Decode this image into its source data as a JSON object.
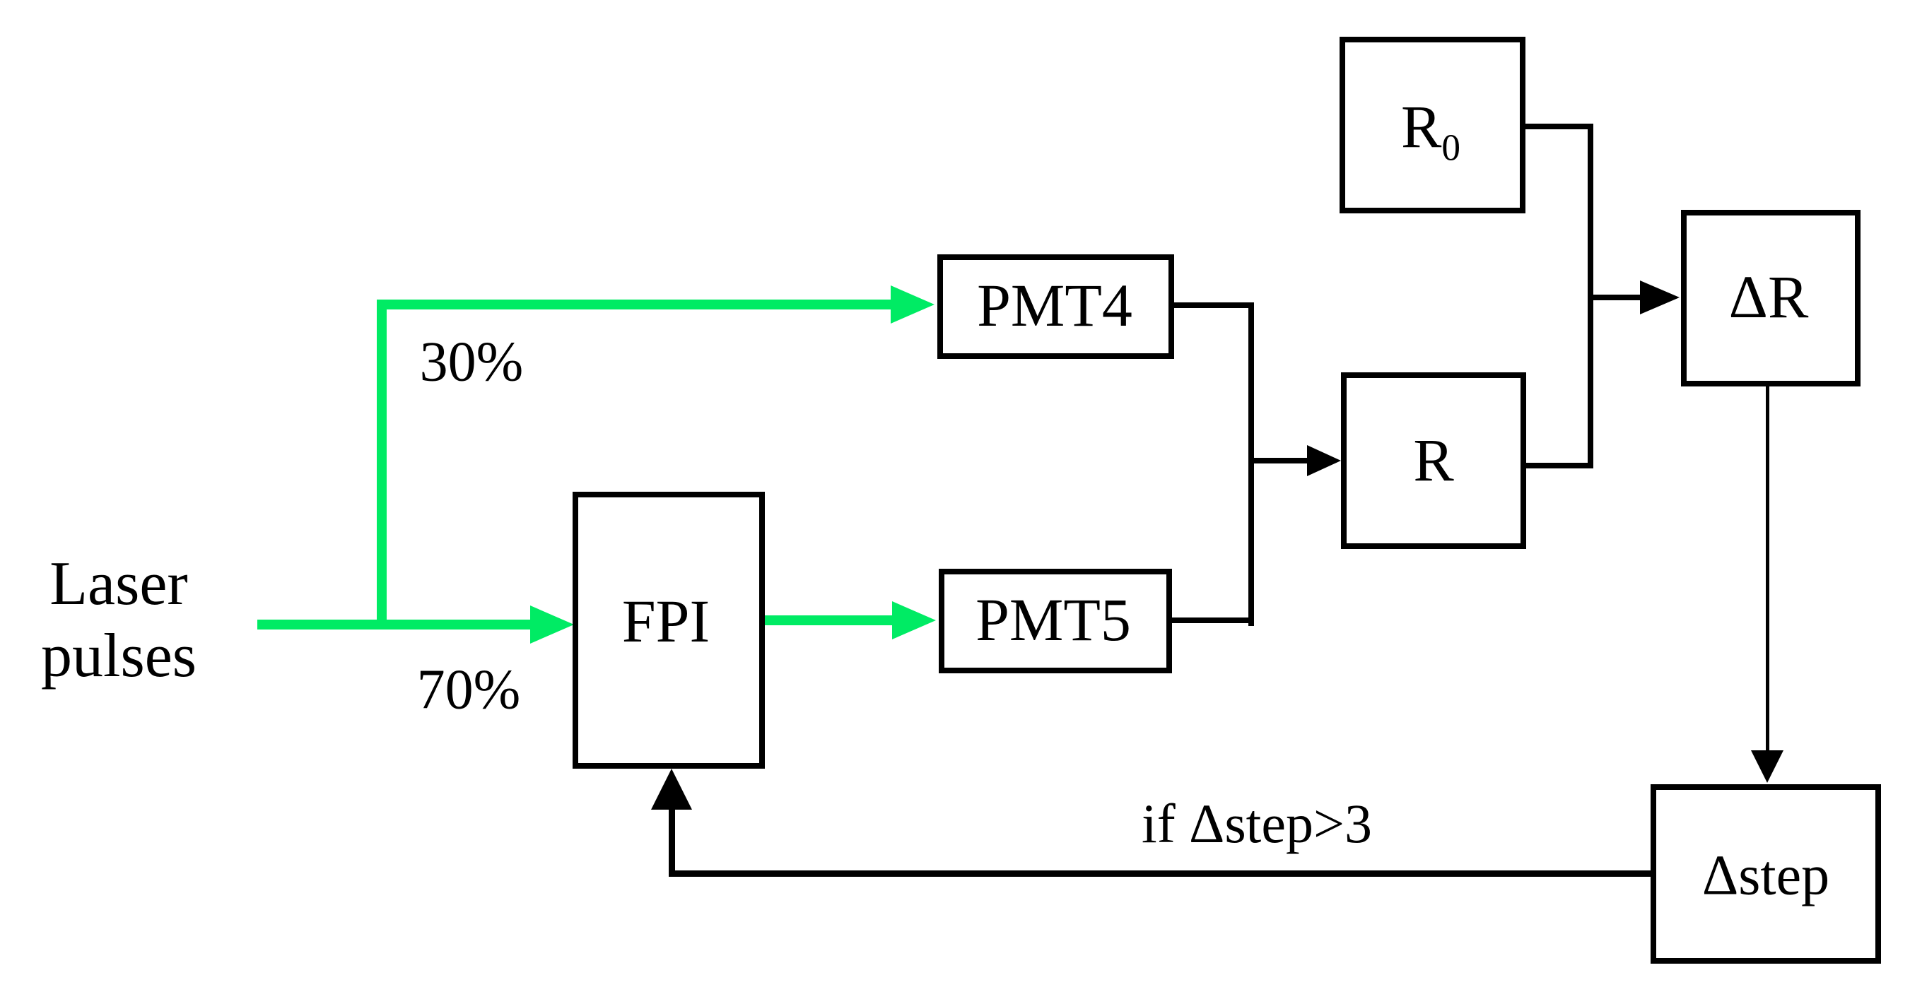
{
  "labels": {
    "laser_line1": "Laser",
    "laser_line2": "pulses",
    "split_top_pct": "30%",
    "split_bottom_pct": "70%",
    "condition": "if Δstep>3"
  },
  "nodes": {
    "fpi": {
      "label": "FPI"
    },
    "pmt4": {
      "label": "PMT4"
    },
    "pmt5": {
      "label": "PMT5"
    },
    "r0": {
      "base": "R",
      "sub": "0"
    },
    "r": {
      "label": "R"
    },
    "delta_r": {
      "label": "ΔR"
    },
    "delta_step": {
      "label": "Δstep"
    }
  },
  "colors": {
    "beam_green": "#00eb64",
    "line_black": "#000000",
    "background": "#ffffff"
  }
}
